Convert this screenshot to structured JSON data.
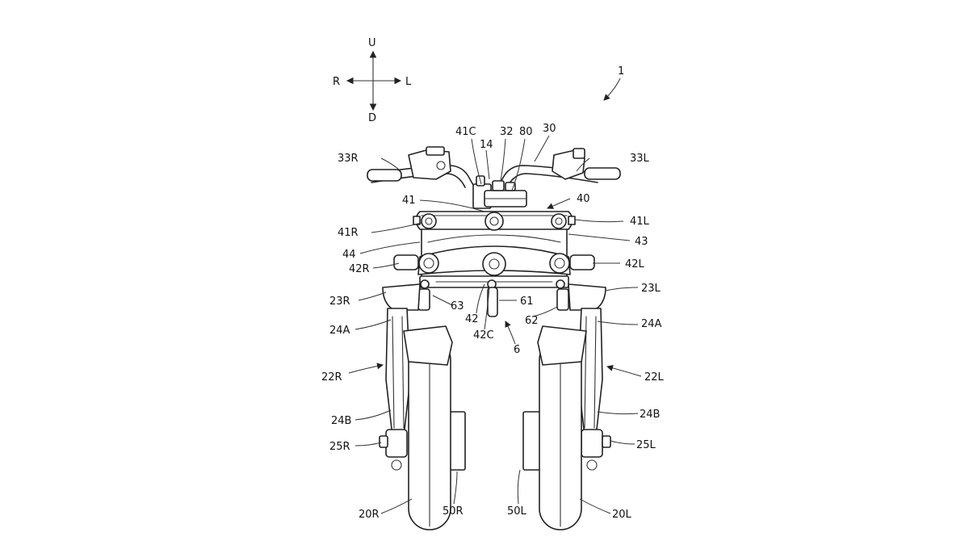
{
  "direction": {
    "up": "U",
    "down": "D",
    "right": "R",
    "left": "L"
  },
  "ref": {
    "vehicle": "1",
    "r41c": "41C",
    "r14": "14",
    "r32": "32",
    "r80": "80",
    "r30": "30",
    "r33r": "33R",
    "r33l": "33L",
    "r41": "41",
    "r40": "40",
    "r41r": "41R",
    "r41l": "41L",
    "r44": "44",
    "r43": "43",
    "r42r": "42R",
    "r42l": "42L",
    "r23r": "23R",
    "r23l": "23L",
    "r63": "63",
    "r61": "61",
    "r42": "42",
    "r62": "62",
    "r42c": "42C",
    "r6": "6",
    "r24a_right": "24A",
    "r24a_left": "24A",
    "r22r": "22R",
    "r22l": "22L",
    "r24b_right": "24B",
    "r24b_left": "24B",
    "r25r": "25R",
    "r25l": "25L",
    "r50r": "50R",
    "r50l": "50L",
    "r20r": "20R",
    "r20l": "20L"
  }
}
